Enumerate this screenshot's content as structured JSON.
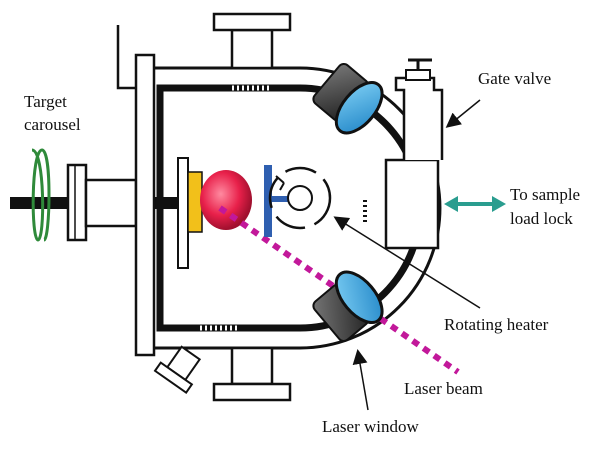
{
  "labels": {
    "target_carousel_line1": "Target",
    "target_carousel_line2": "carousel",
    "gate_valve": "Gate valve",
    "to_sample_line1": "To sample",
    "to_sample_line2": "load lock",
    "rotating_heater": "Rotating heater",
    "laser_beam": "Laser beam",
    "laser_window": "Laser window"
  },
  "colors": {
    "outline": "#111111",
    "target_holder": "#f2c01a",
    "plume": "#e8204a",
    "beam": "#c2189a",
    "window_glass": "#2aa7df",
    "arrow_teal": "#2a9d8f",
    "carousel_coil": "#2f8a3a",
    "heater_blue": "#2f5fb0"
  }
}
